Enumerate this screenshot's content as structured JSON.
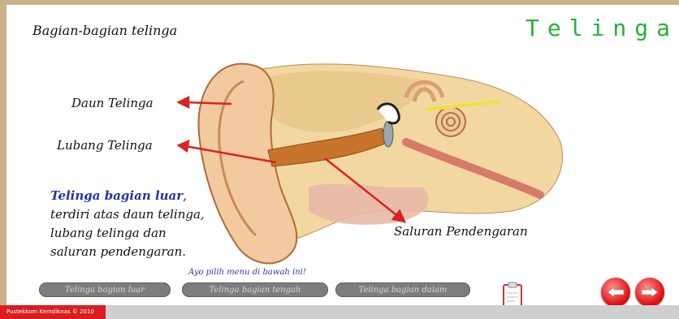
{
  "header": {
    "title": "Bagian-bagian telinga",
    "app_title": "Telinga"
  },
  "diagram": {
    "labels": {
      "daun": "Daun Telinga",
      "lubang": "Lubang Telinga",
      "saluran": "Saluran Pendengaran"
    }
  },
  "description": {
    "highlight": "Telinga bagian luar",
    "rest": ", terdiri atas daun telinga, lubang telinga dan saluran pendengaran."
  },
  "menu": {
    "prompt": "Ayo pilih menu di bawah ini!",
    "items": [
      "Telinga bagian luar",
      "Telinga bagian tengah",
      "Telinga bagian dalam"
    ]
  },
  "footer": {
    "credit": "Pustekkom Kemdiknas © 2010"
  },
  "colors": {
    "arrow": "#d9231f",
    "title_green": "#27b23a",
    "highlight_blue": "#2233a8"
  }
}
